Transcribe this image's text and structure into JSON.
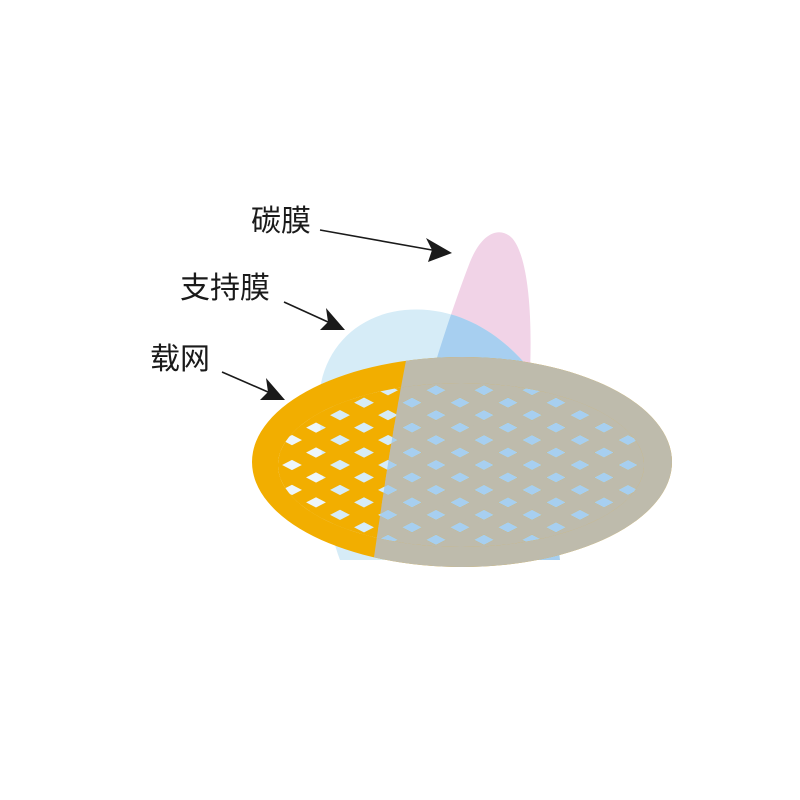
{
  "labels": {
    "carbon_film": "碳膜",
    "support_film": "支持膜",
    "grid": "载网"
  },
  "colors": {
    "background": "#ffffff",
    "grid_gold": "#F2AE00",
    "grid_gray": "#BEBBAC",
    "support_film": "#D6ECF7",
    "carbon_film": "#F1D3E7",
    "mesh_hole_overlap": "#A7CFF0",
    "mesh_hole_light": "#EEF6FA",
    "arrow": "#1a1a1a"
  }
}
